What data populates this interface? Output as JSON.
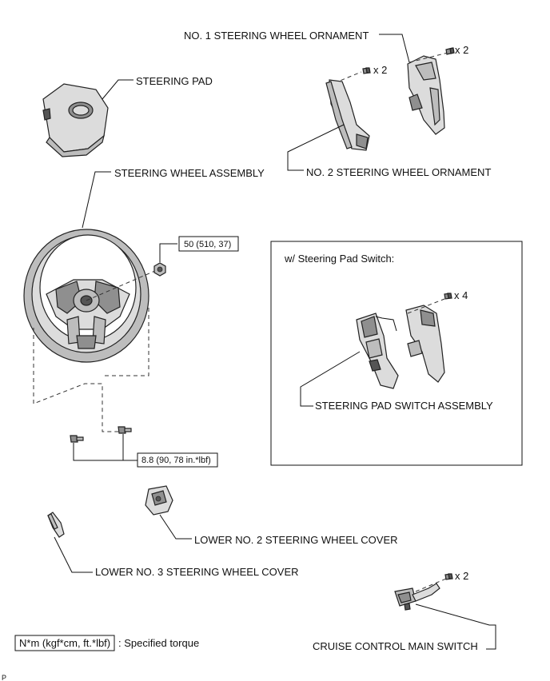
{
  "labels": {
    "no1_ornament": "NO. 1 STEERING WHEEL ORNAMENT",
    "steering_pad": "STEERING PAD",
    "no2_ornament": "NO. 2 STEERING WHEEL ORNAMENT",
    "wheel_assembly": "STEERING WHEEL ASSEMBLY",
    "pad_switch_assembly": "STEERING PAD SWITCH ASSEMBLY",
    "lower_no2_cover": "LOWER NO. 2 STEERING WHEEL COVER",
    "lower_no3_cover": "LOWER NO. 3 STEERING WHEEL COVER",
    "cruise_switch": "CRUISE CONTROL MAIN SWITCH"
  },
  "quantities": {
    "no1_screws": "x 2",
    "no2_screws": "x 2",
    "pad_switch_screws": "x 4",
    "cruise_screws": "x 2"
  },
  "torque": {
    "nut": "50 (510, 37)",
    "bolts": "8.8 (90, 78 in.*lbf)"
  },
  "inset": {
    "title": "w/ Steering Pad Switch:"
  },
  "legend": {
    "box": "N*m (kgf*cm, ft.*lbf)",
    "text": ": Specified torque"
  },
  "corner_mark": "P"
}
